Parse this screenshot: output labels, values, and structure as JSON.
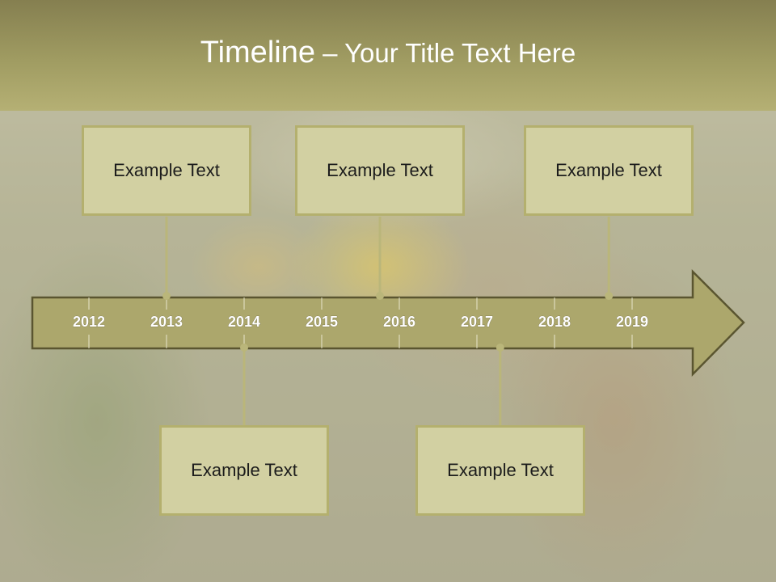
{
  "title": {
    "main": "Timeline",
    "dash": " – ",
    "sub": "Your Title Text Here"
  },
  "colors": {
    "header": "#a09c62",
    "arrow_fill": "#aca76c",
    "arrow_stroke": "#5a5530",
    "box_fill": "#d2d0a2",
    "box_border": "#b4b06e",
    "connector": "#bab67a"
  },
  "years": [
    "2012",
    "2013",
    "2014",
    "2015",
    "2016",
    "2017",
    "2018",
    "2019"
  ],
  "events": [
    {
      "label": "Example Text",
      "year_position": 2013.0,
      "side": "above"
    },
    {
      "label": "Example Text",
      "year_position": 2014.0,
      "side": "below"
    },
    {
      "label": "Example Text",
      "year_position": 2015.75,
      "side": "above"
    },
    {
      "label": "Example Text",
      "year_position": 2017.3,
      "side": "below"
    },
    {
      "label": "Example Text",
      "year_position": 2018.7,
      "side": "above"
    }
  ]
}
